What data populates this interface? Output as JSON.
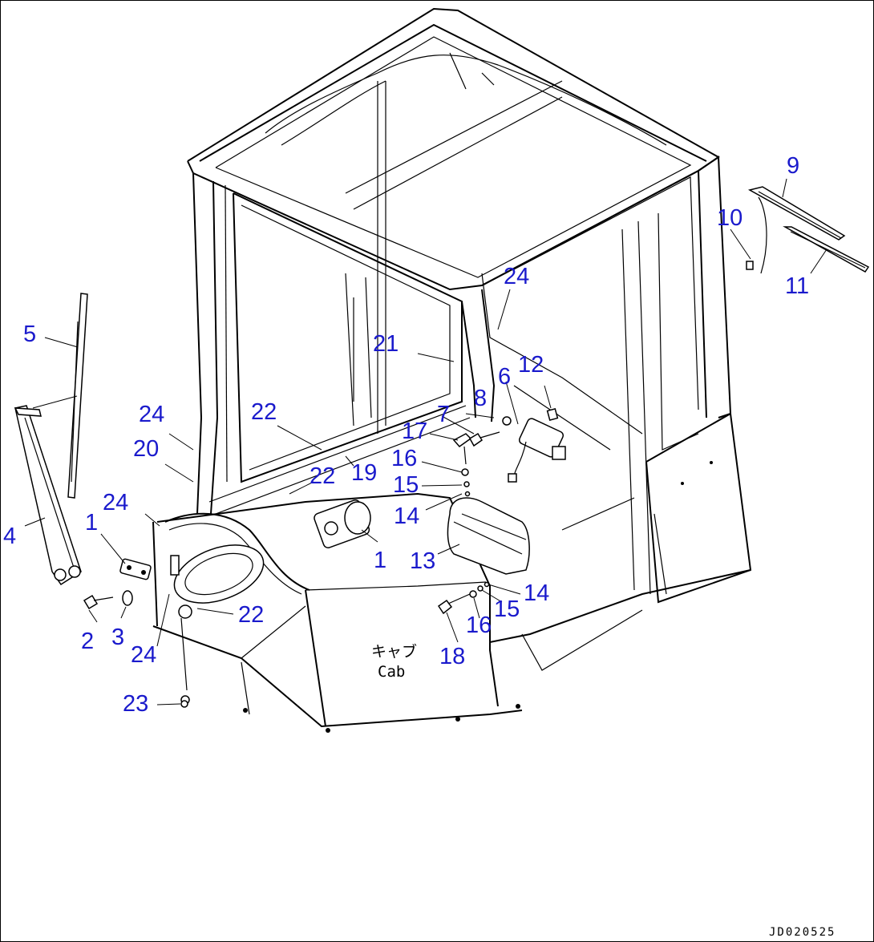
{
  "drawing": {
    "code": "JD020525",
    "cab_label_jp": "キャブ",
    "cab_label_en": "Cab",
    "accent_color": "#1a1acc"
  },
  "callouts": {
    "p1a": "1",
    "p1b": "1",
    "p2": "2",
    "p3": "3",
    "p4": "4",
    "p5": "5",
    "p6": "6",
    "p7": "7",
    "p8": "8",
    "p9": "9",
    "p10": "10",
    "p11": "11",
    "p12": "12",
    "p13": "13",
    "p14a": "14",
    "p14b": "14",
    "p15a": "15",
    "p15b": "15",
    "p16a": "16",
    "p16b": "16",
    "p17": "17",
    "p18": "18",
    "p19": "19",
    "p20": "20",
    "p21": "21",
    "p22a": "22",
    "p22b": "22",
    "p22c": "22",
    "p23": "23",
    "p24a": "24",
    "p24b": "24",
    "p24c": "24",
    "p24d": "24"
  }
}
